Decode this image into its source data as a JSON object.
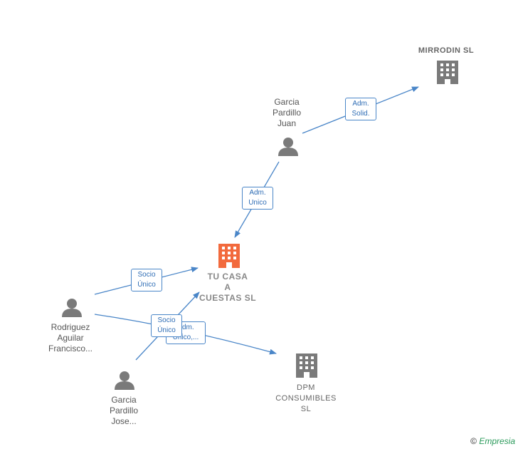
{
  "nodes": {
    "mirrodin": {
      "label": "MIRRODIN  SL"
    },
    "garcia_juan": {
      "label_lines": [
        "Garcia",
        "Pardillo",
        "Juan"
      ]
    },
    "tu_casa": {
      "label_lines": [
        "TU CASA",
        "A",
        "CUESTAS  SL"
      ]
    },
    "rodriguez": {
      "label_lines": [
        "Rodriguez",
        "Aguilar",
        "Francisco..."
      ]
    },
    "garcia_jose": {
      "label_lines": [
        "Garcia",
        "Pardillo",
        "Jose..."
      ]
    },
    "dpm": {
      "label_lines": [
        "DPM",
        "CONSUMIBLES",
        "SL"
      ]
    }
  },
  "edges": {
    "juan_mirrodin": [
      "Adm.",
      "Solid."
    ],
    "juan_tucasa": [
      "Adm.",
      "Unico"
    ],
    "rodriguez_tucasa": [
      "Socio",
      "Único"
    ],
    "rodriguez_dpm": [
      "Adm.",
      "Unico,..."
    ],
    "jose_tucasa": [
      "Socio",
      "Único"
    ]
  },
  "colors": {
    "edge": "#4a86c8",
    "main_company": "#f26a3d",
    "node": "#7a7a7a"
  },
  "brand": {
    "symbol": "©",
    "name": "Empresia"
  }
}
